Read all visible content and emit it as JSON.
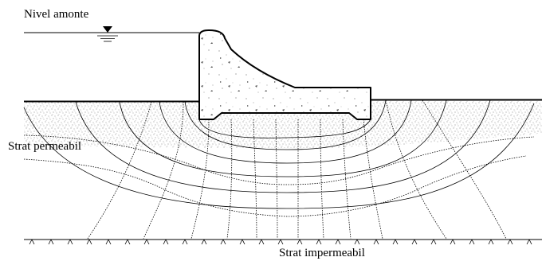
{
  "labels": {
    "upstream_level": "Nivel amonte",
    "permeable_layer": "Strat permeabil",
    "impermeable_layer": "Strat impermeabil"
  },
  "colors": {
    "line": "#000000",
    "speckle": "#7a7a7a",
    "background": "#ffffff"
  }
}
